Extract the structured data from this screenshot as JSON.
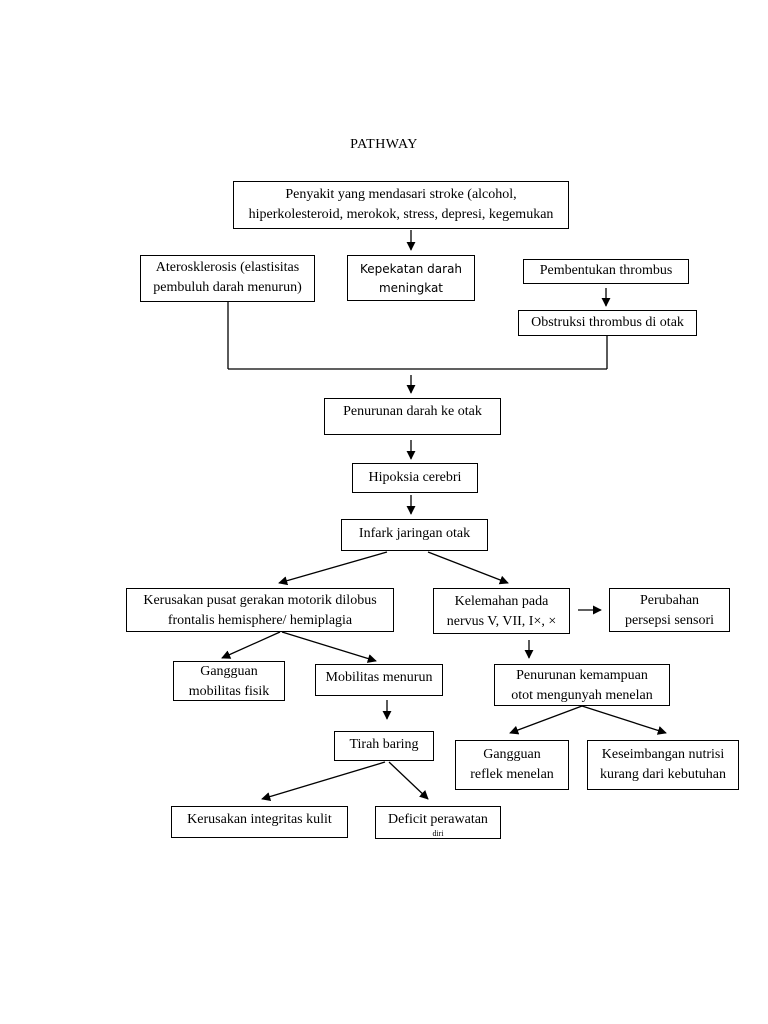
{
  "title": "PATHWAY",
  "nodes": {
    "penyakit": [
      "Penyakit yang mendasari stroke (alcohol,",
      "hiperkolesteroid, merokok, stress, depresi, kegemukan"
    ],
    "aterosklerosis": [
      "Aterosklerosis (elastisitas",
      "pembuluh darah menurun)"
    ],
    "kepekatan": [
      "Kepekatan darah",
      "meningkat"
    ],
    "pembentukan": [
      "Pembentukan thrombus"
    ],
    "obstruksi": [
      "Obstruksi thrombus di otak"
    ],
    "penurunan_darah": [
      "Penurunan darah ke otak"
    ],
    "hipoksia": [
      "Hipoksia cerebri"
    ],
    "infark": [
      "Infark jaringan otak"
    ],
    "kerusakan_pusat": [
      "Kerusakan pusat gerakan motorik dilobus",
      "frontalis hemisphere/ hemiplagia"
    ],
    "kelemahan": [
      "Kelemahan pada",
      "nervus V, VII, I×, ×"
    ],
    "perubahan": [
      "Perubahan",
      "persepsi sensori"
    ],
    "gangguan_mobilitas": [
      "Gangguan",
      "mobilitas fisik"
    ],
    "mobilitas_menurun": [
      "Mobilitas menurun"
    ],
    "penurunan_kemampuan": [
      "Penurunan kemampuan",
      "otot mengunyah menelan"
    ],
    "tirah": [
      "Tirah baring"
    ],
    "gangguan_reflek": [
      "Gangguan",
      "reflek menelan"
    ],
    "keseimbangan": [
      "Keseimbangan nutrisi",
      "kurang dari kebutuhan"
    ],
    "kerusakan_integritas": [
      "Kerusakan integritas kulit"
    ],
    "deficit": [
      "Deficit perawatan",
      "diri"
    ]
  }
}
